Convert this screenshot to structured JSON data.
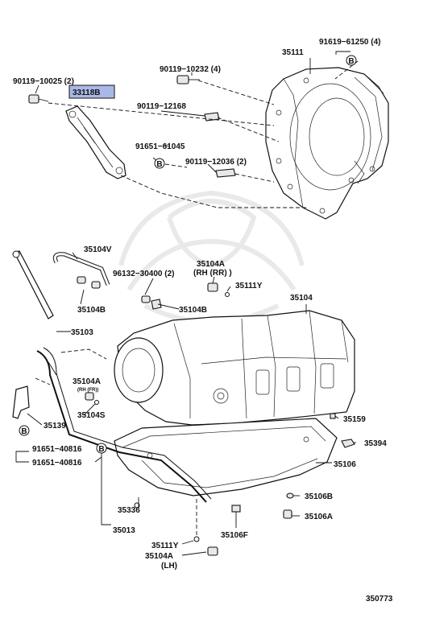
{
  "diagram_id": "350773",
  "callouts": [
    {
      "id": "p91619_61250",
      "text": "91619−61250 (4)"
    },
    {
      "id": "p35111",
      "text": "35111"
    },
    {
      "id": "p90119_10232",
      "text": "90119−10232 (4)"
    },
    {
      "id": "p90119_10025",
      "text": "90119−10025 (2)"
    },
    {
      "id": "p33118B",
      "text": "33118B"
    },
    {
      "id": "p90119_12168",
      "text": "90119−12168"
    },
    {
      "id": "p91651_61045",
      "text": "91651−61045"
    },
    {
      "id": "p90119_12036",
      "text": "90119−12036 (2)"
    },
    {
      "id": "p35104V",
      "text": "35104V"
    },
    {
      "id": "p96132_30400",
      "text": "96132−30400 (2)"
    },
    {
      "id": "p35104A_rh",
      "text": "35104A"
    },
    {
      "id": "p35104A_rh_note",
      "text": "(RH (RR) )"
    },
    {
      "id": "p35111Y_top",
      "text": "35111Y"
    },
    {
      "id": "p35104B_left",
      "text": "35104B"
    },
    {
      "id": "p35104B_right",
      "text": "35104B"
    },
    {
      "id": "p35104",
      "text": "35104"
    },
    {
      "id": "p35103",
      "text": "35103"
    },
    {
      "id": "p35104A_left",
      "text": "35104A"
    },
    {
      "id": "p35104A_left_note",
      "text": "(RH (FR))"
    },
    {
      "id": "p35104S",
      "text": "35104S"
    },
    {
      "id": "p35159",
      "text": "35159"
    },
    {
      "id": "p35139",
      "text": "35139"
    },
    {
      "id": "p91651_40816_a",
      "text": "91651−40816"
    },
    {
      "id": "p91651_40816_b",
      "text": "91651−40816"
    },
    {
      "id": "p35394",
      "text": "35394"
    },
    {
      "id": "p35106",
      "text": "35106"
    },
    {
      "id": "p35106B",
      "text": "35106B"
    },
    {
      "id": "p35336",
      "text": "35336"
    },
    {
      "id": "p35106A",
      "text": "35106A"
    },
    {
      "id": "p35013",
      "text": "35013"
    },
    {
      "id": "p35106F",
      "text": "35106F"
    },
    {
      "id": "p35111Y_bottom",
      "text": "35111Y"
    },
    {
      "id": "p35104A_lh",
      "text": "35104A"
    },
    {
      "id": "p35104A_lh_note",
      "text": "(LH)"
    }
  ],
  "reference_markers": [
    {
      "id": "ref_b_top",
      "text": "B"
    },
    {
      "id": "ref_b_mid",
      "text": "B"
    },
    {
      "id": "ref_b_left",
      "text": "B"
    },
    {
      "id": "ref_b_low",
      "text": "B"
    }
  ]
}
